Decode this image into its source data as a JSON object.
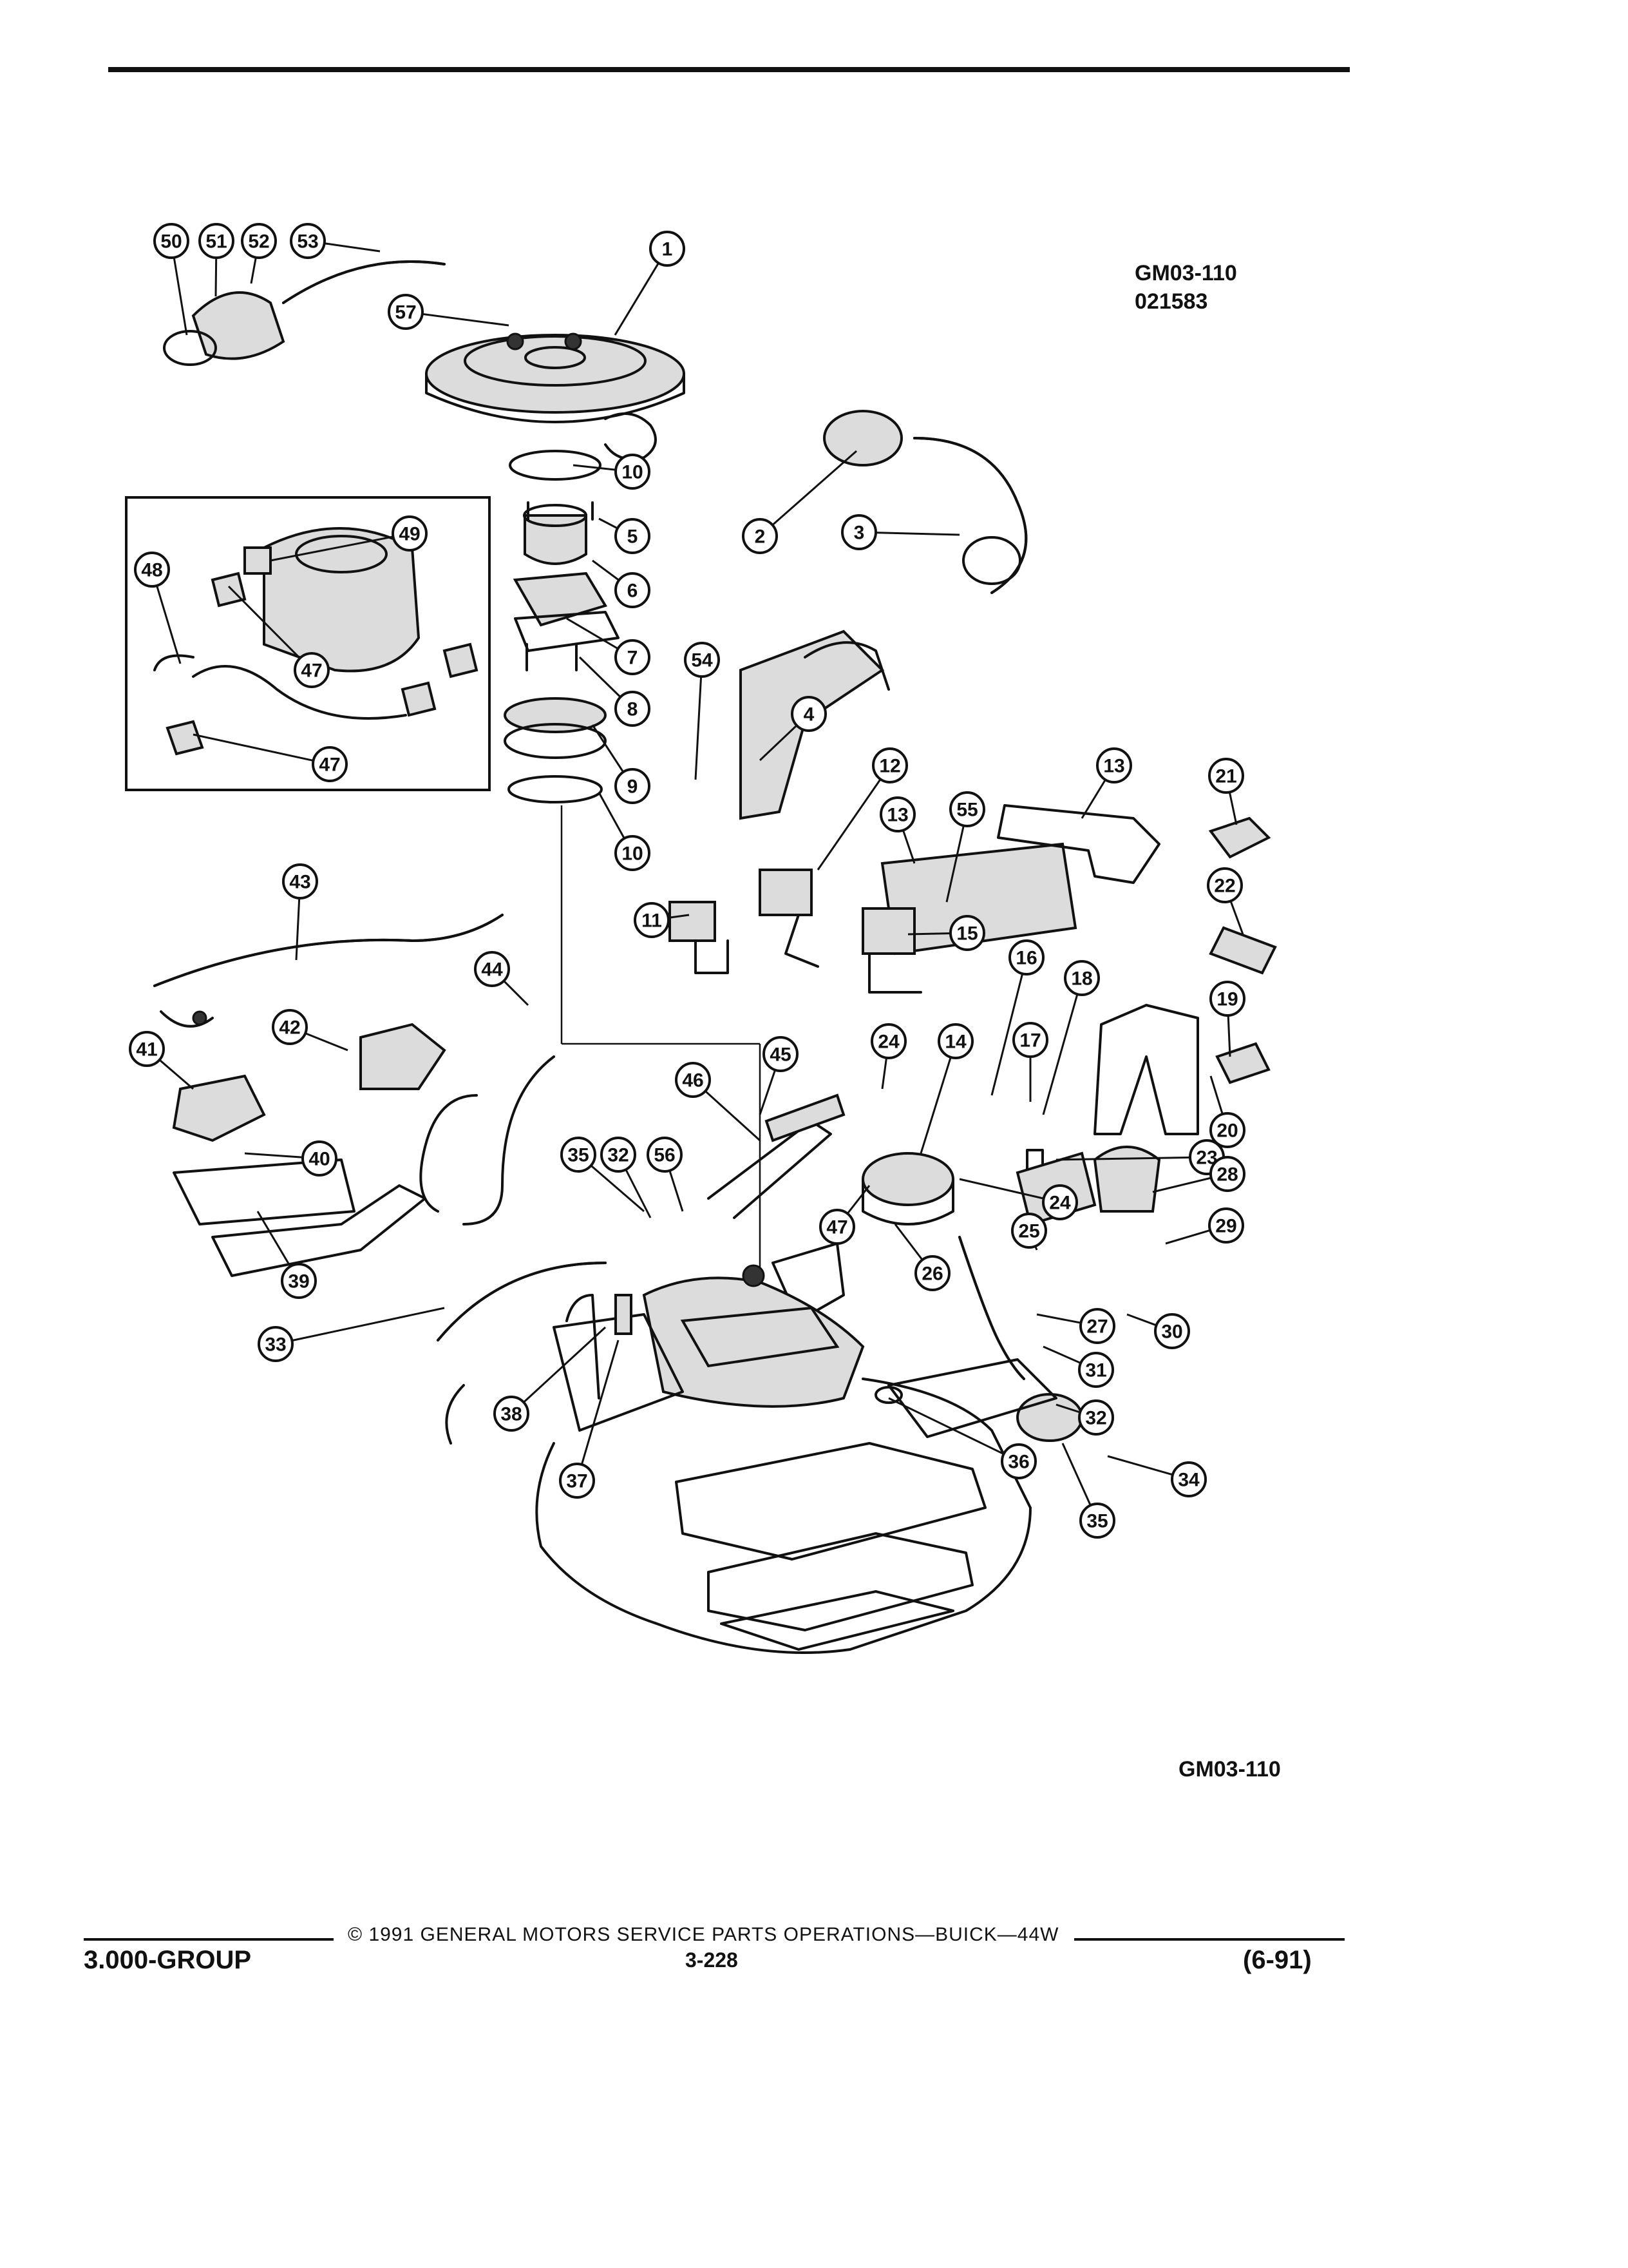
{
  "header": {
    "diagram_code": "GM03-110",
    "diagram_date_code": "021583"
  },
  "footer": {
    "figure_code": "GM03-110",
    "group": "3.000-GROUP",
    "copyright": "© 1991 GENERAL MOTORS SERVICE PARTS OPERATIONS—BUICK—44W",
    "page_number": "3-228",
    "revision": "(6-91)"
  },
  "callouts": [
    "50",
    "51",
    "52",
    "53",
    "1",
    "57",
    "10",
    "2",
    "3",
    "5",
    "6",
    "7",
    "8",
    "9",
    "10",
    "49",
    "48",
    "47",
    "47",
    "54",
    "4",
    "12",
    "13",
    "13",
    "55",
    "21",
    "22",
    "11",
    "15",
    "43",
    "44",
    "16",
    "18",
    "19",
    "42",
    "41",
    "24",
    "14",
    "17",
    "45",
    "46",
    "20",
    "23",
    "40",
    "35",
    "32",
    "56",
    "28",
    "24",
    "47",
    "29",
    "25",
    "26",
    "39",
    "27",
    "30",
    "33",
    "31",
    "32",
    "38",
    "36",
    "34",
    "37",
    "35"
  ]
}
